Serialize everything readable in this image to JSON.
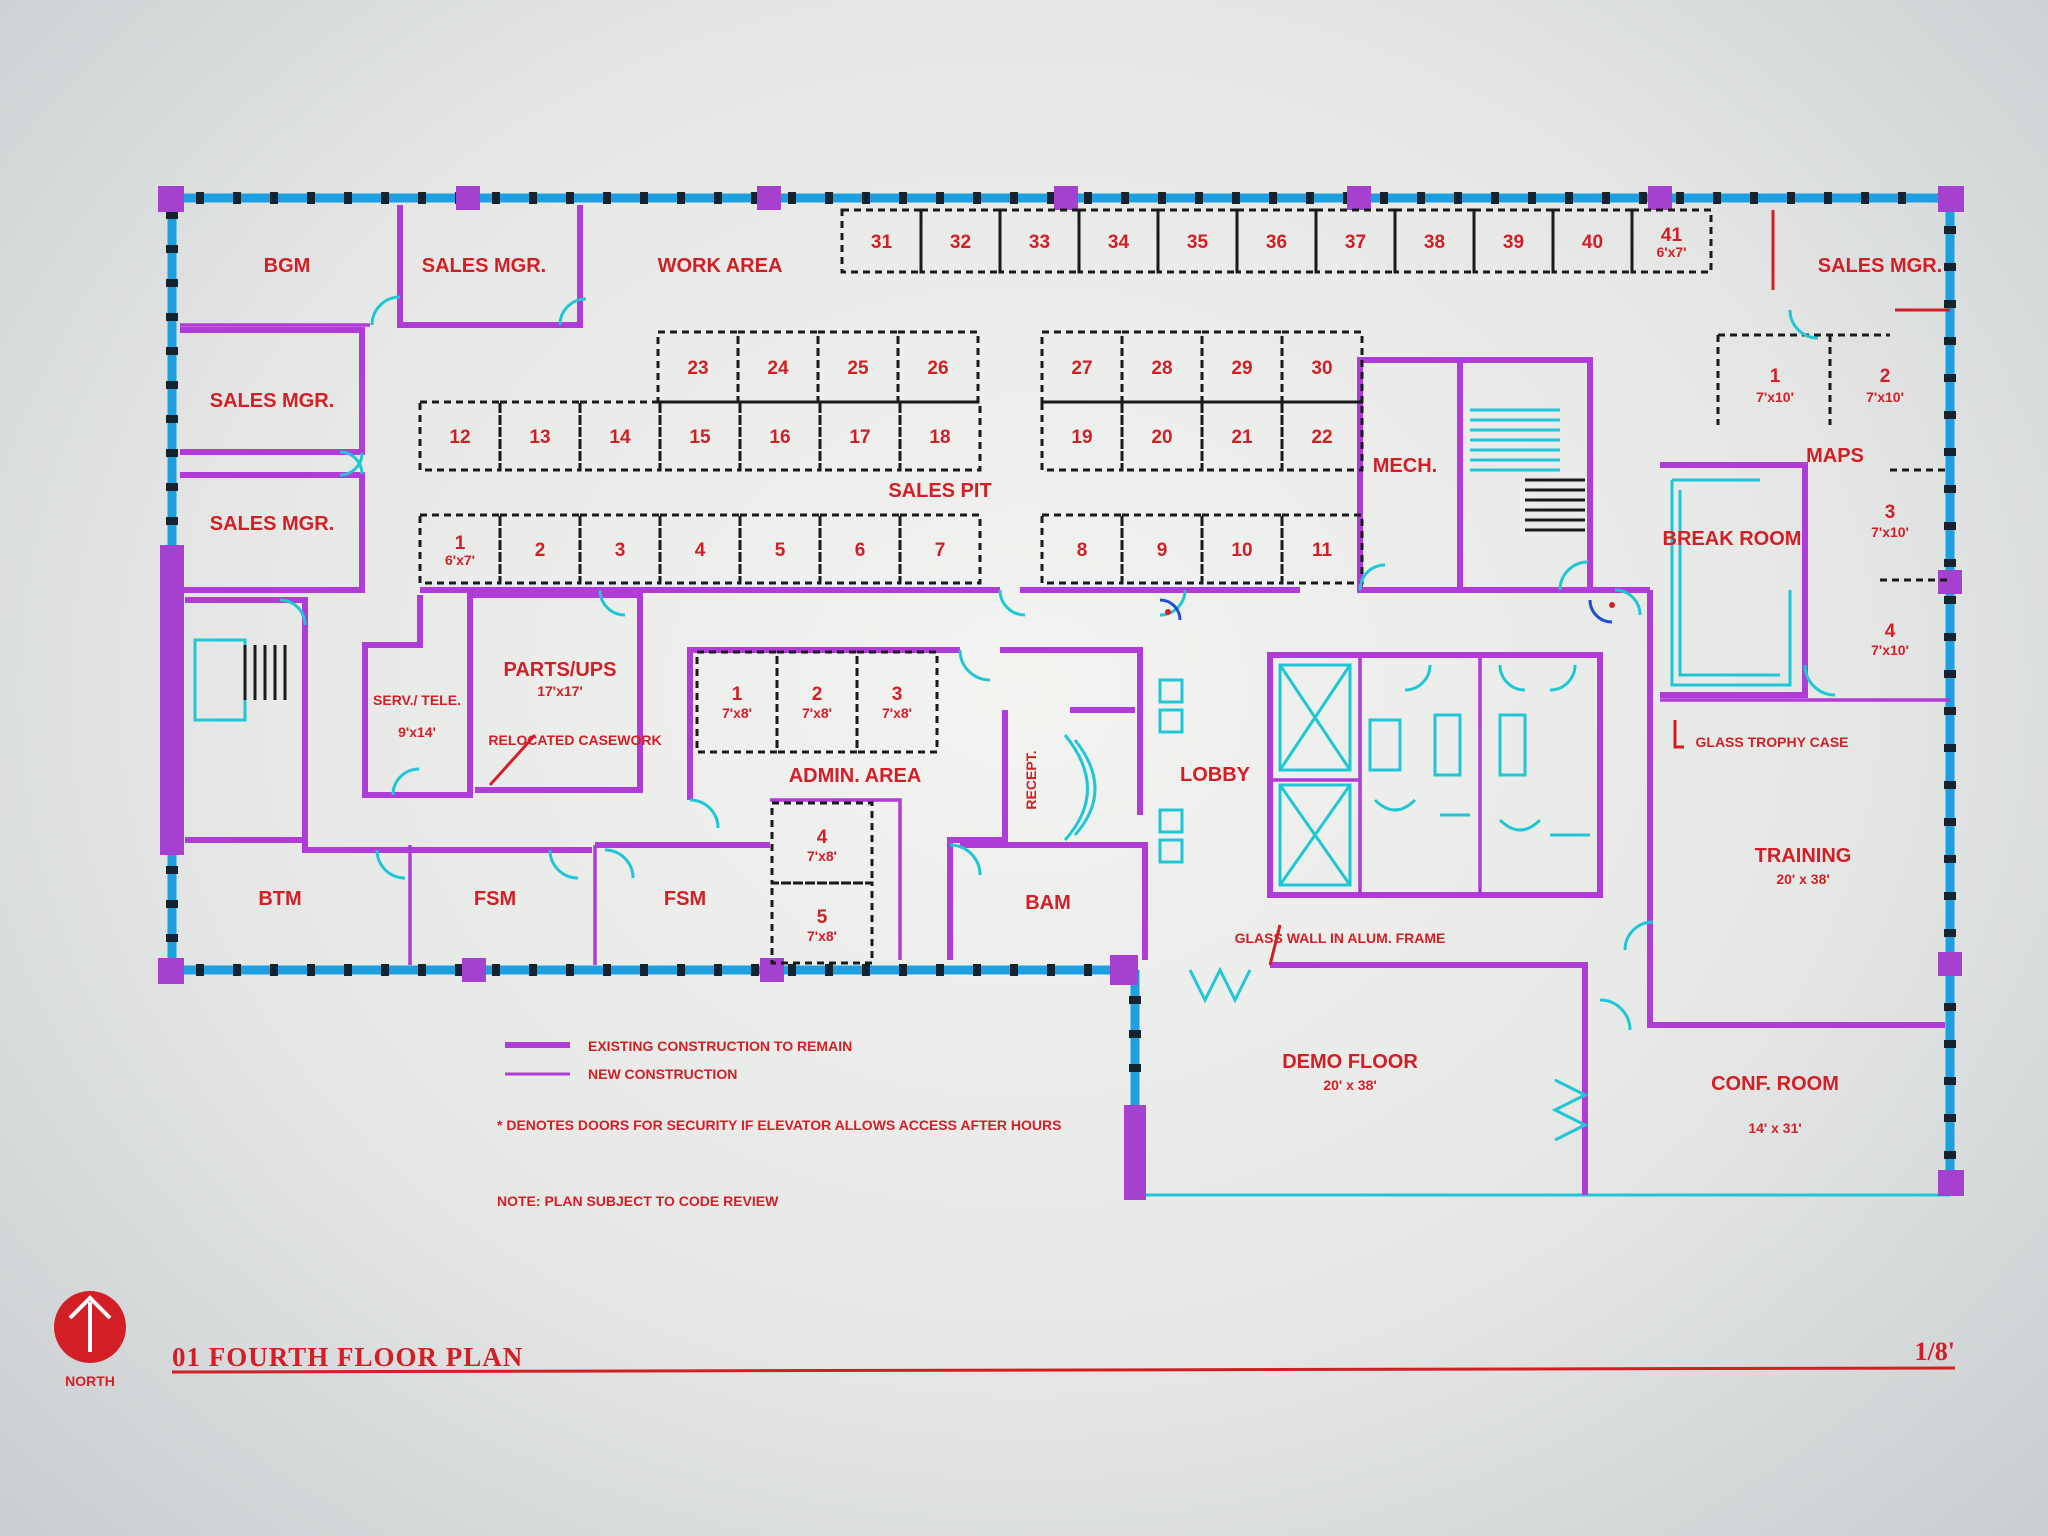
{
  "rooms": {
    "bgm": "BGM",
    "sales_mgr_top": "SALES MGR.",
    "work_area": "WORK AREA",
    "sales_mgr_ne": "SALES MGR.",
    "sales_mgr_w1": "SALES MGR.",
    "sales_mgr_w2": "SALES MGR.",
    "sales_pit": "SALES PIT",
    "mech": "MECH.",
    "maps": "MAPS",
    "break_room": "BREAK ROOM",
    "serv_tele": "SERV./ TELE.",
    "serv_tele_size": "9'x14'",
    "parts_ups": "PARTS/UPS",
    "parts_ups_size": "17'x17'",
    "relocated_casework": "RELOCATED CASEWORK",
    "admin_area": "ADMIN. AREA",
    "recept": "RECEPT.",
    "lobby": "LOBBY",
    "glass_trophy_case": "GLASS TROPHY CASE",
    "training": "TRAINING",
    "training_size": "20' x 38'",
    "btm": "BTM",
    "fsm_1": "FSM",
    "fsm_2": "FSM",
    "bam": "BAM",
    "glass_wall": "GLASS WALL IN ALUM. FRAME",
    "demo_floor": "DEMO FLOOR",
    "demo_floor_size": "20' x 38'",
    "conf_room": "CONF. ROOM",
    "conf_room_size": "14' x 31'"
  },
  "cubicles": {
    "top_row": [
      "31",
      "32",
      "33",
      "34",
      "35",
      "36",
      "37",
      "38",
      "39",
      "40",
      "41"
    ],
    "top_row_last_size": "6'x7'",
    "upper_left": [
      "23",
      "24",
      "25",
      "26"
    ],
    "upper_right": [
      "27",
      "28",
      "29",
      "30"
    ],
    "mid_row": [
      "12",
      "13",
      "14",
      "15",
      "16",
      "17",
      "18",
      "19",
      "20",
      "21",
      "22"
    ],
    "lower_row": [
      "1",
      "2",
      "3",
      "4",
      "5",
      "6",
      "7",
      "8",
      "9",
      "10",
      "11"
    ],
    "lower_row_first_size": "6'x7'",
    "admin": [
      "1",
      "2",
      "3"
    ],
    "admin_lower": [
      "4",
      "5"
    ],
    "admin_size": "7'x8'",
    "ne_offices": [
      "1",
      "2",
      "3",
      "4"
    ],
    "ne_office_size": "7'x10'"
  },
  "legend": {
    "existing": "EXISTING CONSTRUCTION TO REMAIN",
    "new": "NEW CONSTRUCTION",
    "note_security": "* DENOTES DOORS FOR SECURITY IF ELEVATOR ALLOWS ACCESS AFTER HOURS",
    "note_code": "NOTE: PLAN SUBJECT TO CODE REVIEW"
  },
  "title": {
    "label": "01 FOURTH FLOOR PLAN",
    "scale": "1/8'",
    "north": "NORTH"
  },
  "colors": {
    "existing_wall": "#b13bd6",
    "new_wall": "#b13bd6",
    "text": "#d21f26",
    "glazing": "#1d9fe0",
    "fixtures": "#1fc7d4"
  }
}
